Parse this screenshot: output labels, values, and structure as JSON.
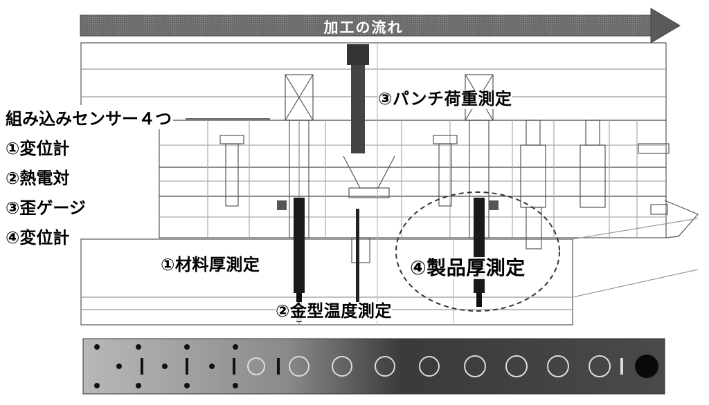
{
  "arrow": {
    "label": "加工の流れ"
  },
  "sensors": {
    "title": "組み込みセンサー４つ",
    "items": [
      "①変位計",
      "②熱電対",
      "③歪ゲージ",
      "④変位計"
    ]
  },
  "callouts": {
    "punch_load": "③パンチ荷重測定",
    "material_thickness": "①材料厚測定",
    "mold_temperature": "②金型温度測定",
    "product_thickness": "④製品厚測定"
  },
  "colors": {
    "arrow": "#5a5a5a",
    "line": "#333333",
    "sensor": "#222222",
    "strip": "#3a3a3a"
  }
}
